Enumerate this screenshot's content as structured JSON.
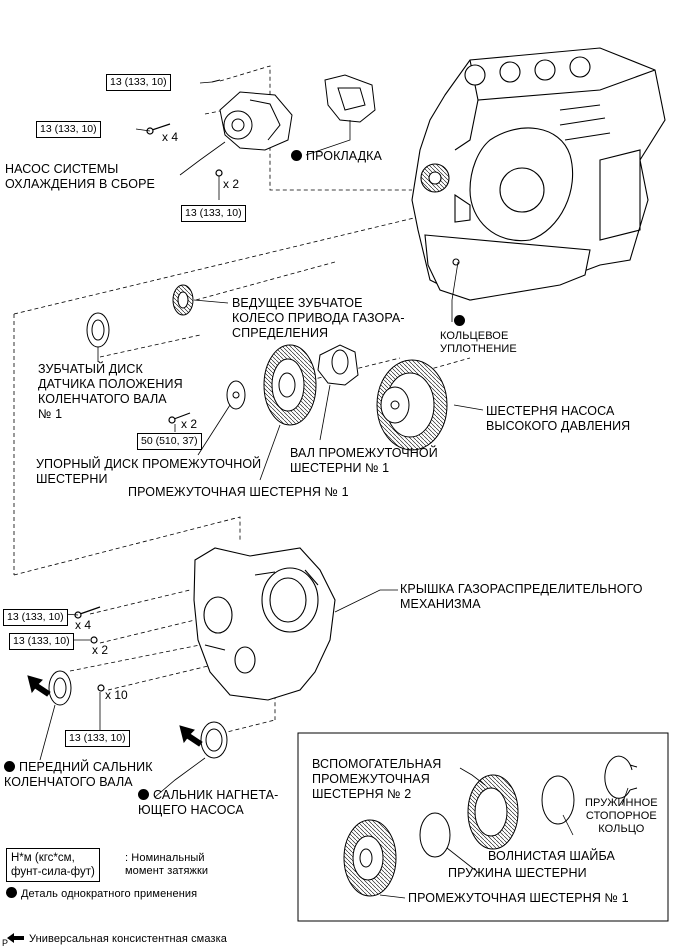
{
  "torque": {
    "t1": "13 (133, 10)",
    "t2": "13 (133, 10)",
    "t3": "13 (133, 10)",
    "t4": "50 (510, 37)",
    "t5": "13 (133, 10)",
    "t6": "13 (133, 10)",
    "t7": "13 (133, 10)"
  },
  "qty": {
    "q1": "x 4",
    "q2": "x 2",
    "q3": "x 2",
    "q4": "x 4",
    "q5": "x 2",
    "q6": "x 10"
  },
  "labels": {
    "water_pump": "НАСОС СИСТЕМЫ\nОХЛАЖДЕНИЯ В СБОРЕ",
    "gasket": "ПРОКЛАДКА",
    "drive_gear": "ВЕДУЩЕЕ ЗУБЧАТОЕ\nКОЛЕСО ПРИВОДА ГАЗОРА-\nСПРЕДЕЛЕНИЯ",
    "o_ring": "КОЛЬЦЕВОЕ\nУПЛОТНЕНИЕ",
    "crank_sensor_disc": "ЗУБЧАТЫЙ ДИСК\nДАТЧИКА ПОЛОЖЕНИЯ\nКОЛЕНЧАТОГО ВАЛА\n№ 1",
    "hp_pump_gear": "ШЕСТЕРНЯ НАСОСА\nВЫСОКОГО ДАВЛЕНИЯ",
    "idler_shaft": "ВАЛ ПРОМЕЖУТОЧНОЙ\nШЕСТЕРНИ № 1",
    "thrust_plate": "УПОРНЫЙ ДИСК ПРОМЕЖУТОЧНОЙ\nШЕСТЕРНИ",
    "idler_gear_1": "ПРОМЕЖУТОЧНАЯ ШЕСТЕРНЯ № 1",
    "timing_cover": "КРЫШКА ГАЗОРАСПРЕДЕЛИТЕЛЬНОГО\nМЕХАНИЗМА",
    "front_seal": "ПЕРЕДНИЙ САЛЬНИК\nКОЛЕНЧАТОГО ВАЛА",
    "pump_seal": "САЛЬНИК НАГНЕТА-\nЮЩЕГО НАСОСА",
    "sub_gear_2": "ВСПОМОГАТЕЛЬНАЯ\nПРОМЕЖУТОЧНАЯ\nШЕСТЕРНЯ № 2",
    "snap_ring": "ПРУЖИННОЕ\nСТОПОРНОЕ\nКОЛЬЦО",
    "wave_washer": "ВОЛНИСТАЯ ШАЙБА",
    "gear_spring": "ПРУЖИНА ШЕСТЕРНИ",
    "idler_gear_1_inset": "ПРОМЕЖУТОЧНАЯ ШЕСТЕРНЯ № 1"
  },
  "legend": {
    "torque_units": "Н*м (кгс*см,\nфунт-сила-фут)",
    "torque_desc": ": Номинальный\nмомент затяжки",
    "non_reusable": "Деталь однократного применения",
    "grease": "Универсальная консистентная смазка"
  },
  "corner_mark": "P"
}
